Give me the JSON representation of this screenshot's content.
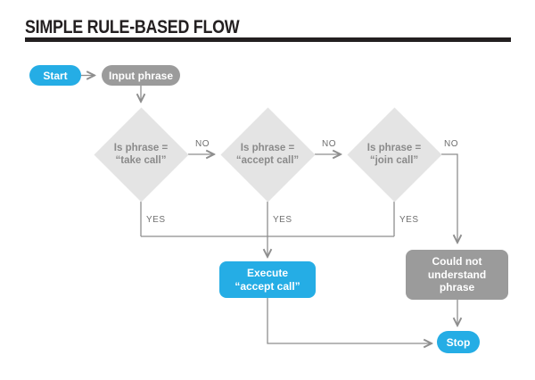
{
  "title": "SIMPLE RULE-BASED FLOW",
  "colors": {
    "accent_blue": "#25ADE5",
    "node_gray": "#9B9B9B",
    "diamond_gray": "#E4E4E4",
    "connector_gray": "#8E8E8E",
    "title_black": "#231F20"
  },
  "nodes": {
    "start": {
      "label": "Start"
    },
    "input": {
      "label": "Input phrase"
    },
    "decision_take": {
      "line1": "Is phrase =",
      "line2": "“take call”"
    },
    "decision_accept": {
      "line1": "Is phrase =",
      "line2": "“accept call”"
    },
    "decision_join": {
      "line1": "Is phrase =",
      "line2": "“join call”"
    },
    "execute": {
      "line1": "Execute",
      "line2": "“accept call”"
    },
    "could_not": {
      "line1": "Could not",
      "line2": "understand",
      "line3": "phrase"
    },
    "stop": {
      "label": "Stop"
    }
  },
  "edge_labels": {
    "no_take": "NO",
    "no_accept": "NO",
    "no_join": "NO",
    "yes_take": "YES",
    "yes_accept": "YES",
    "yes_join": "YES"
  }
}
